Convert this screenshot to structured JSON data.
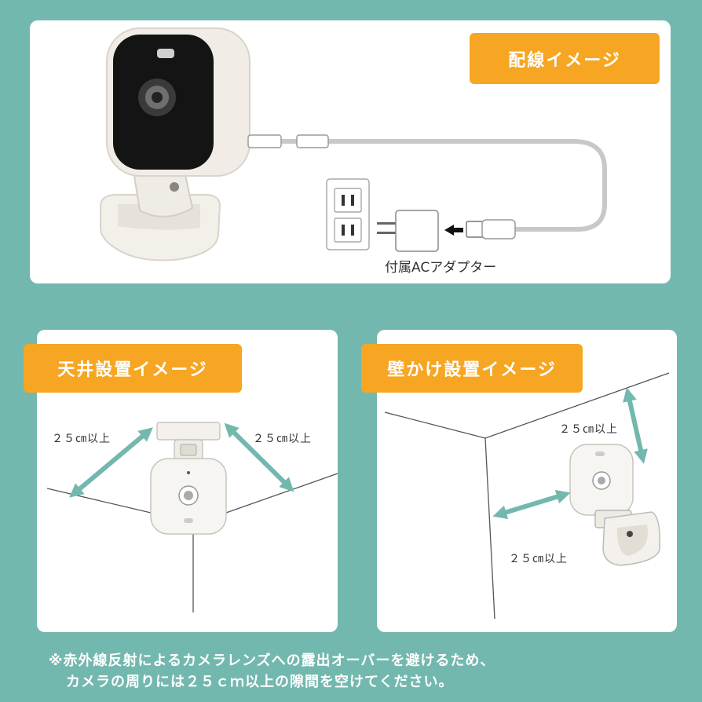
{
  "colors": {
    "background": "#73b8ae",
    "panel": "#ffffff",
    "badge": "#f6a623",
    "arrow": "#73b8ae",
    "text": "#333333"
  },
  "wiring": {
    "title": "配線イメージ",
    "adapter_label": "付属ACアダプター"
  },
  "ceiling": {
    "title": "天井設置イメージ",
    "distance_left": "２５㎝以上",
    "distance_right": "２５㎝以上"
  },
  "wall": {
    "title": "壁かけ設置イメージ",
    "distance_top": "２５㎝以上",
    "distance_bottom": "２５㎝以上"
  },
  "footnote": {
    "line1": "※赤外線反射によるカメラレンズへの露出オーバーを避けるため、",
    "line2": "カメラの周りには２５ｃｍ以上の隙間を空けてください。"
  },
  "icons": [
    "camera-icon",
    "power-outlet-icon",
    "ac-adapter-icon",
    "usb-plug-icon",
    "double-arrow-icon"
  ]
}
